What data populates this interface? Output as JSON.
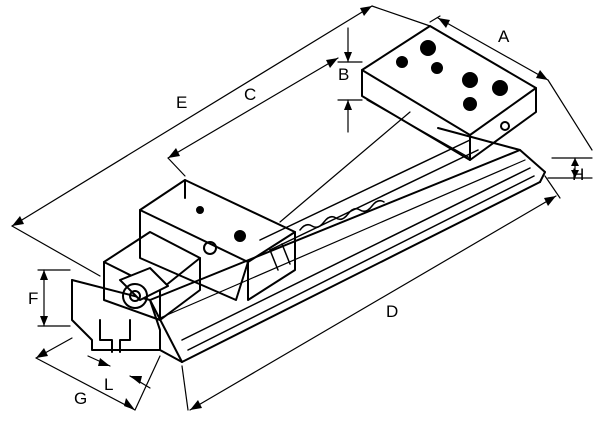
{
  "labels": {
    "A": "A",
    "B": "B",
    "C": "C",
    "D": "D",
    "E": "E",
    "F": "F",
    "G": "G",
    "H": "H",
    "L": "L"
  }
}
